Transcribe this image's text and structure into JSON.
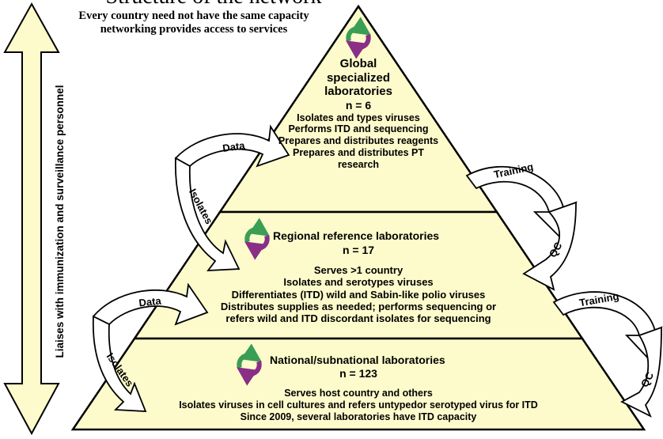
{
  "header": {
    "title_partial": "Structure of the network",
    "intro_line1": "Every country need not have the same capacity",
    "intro_line2": "networking provides access to services"
  },
  "side_arrow": {
    "label": "Liaises with immunization and surveillance personnel"
  },
  "tiers": {
    "global": {
      "title": [
        "Global",
        "specialized",
        "laboratories"
      ],
      "count": "n = 6",
      "duties": [
        "Isolates and types viruses",
        "Performs ITD and sequencing",
        "Prepares and distributes reagents",
        "Prepares and distributes PT",
        "research"
      ]
    },
    "regional": {
      "title": "Regional reference laboratories",
      "count": "n = 17",
      "duties": [
        "Serves >1 country",
        "Isolates and serotypes viruses",
        "Differentiates (ITD) wild and Sabin-like polio viruses",
        "Distributes supplies as needed; performs sequencing or",
        "refers wild and ITD discordant isolates for sequencing"
      ]
    },
    "national": {
      "title": "National/subnational laboratories",
      "count": "n = 123",
      "duties": [
        "Serves host country and others",
        "Isolates viruses in cell cultures and refers untypedor serotyped virus for ITD",
        "Since 2009, several laboratories have ITD capacity"
      ]
    }
  },
  "flows": {
    "upper_left": {
      "top_label": "Data",
      "bottom_label": "Isolates"
    },
    "upper_right": {
      "top_label": "Training",
      "bottom_label": "QC"
    },
    "lower_left": {
      "top_label": "Data",
      "bottom_label": "Isolates"
    },
    "lower_right": {
      "top_label": "Training",
      "bottom_label": "QC"
    }
  },
  "colors": {
    "pyramid_fill": "#fdfbcb",
    "cycle_green": "#3a9e54",
    "cycle_purple": "#8a2f86",
    "stroke": "#000000"
  }
}
